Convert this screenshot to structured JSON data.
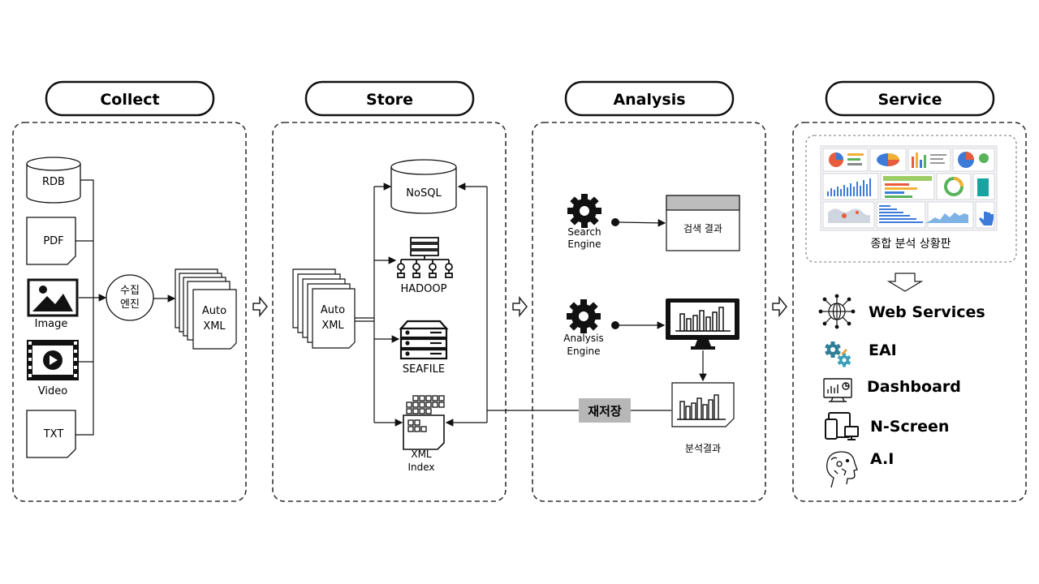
{
  "stages": {
    "collect": "Collect",
    "store": "Store",
    "analysis": "Analysis",
    "service": "Service"
  },
  "collect": {
    "sources": [
      "RDB",
      "PDF",
      "Image",
      "Video",
      "TXT"
    ],
    "engine": [
      "수집",
      "엔진"
    ],
    "output": [
      "Auto",
      "XML"
    ]
  },
  "store": {
    "input": [
      "Auto",
      "XML"
    ],
    "targets": [
      "NoSQL",
      "HADOOP",
      "SEAFILE",
      "XML",
      "Index"
    ]
  },
  "analysis": {
    "search_engine": [
      "Search",
      "Engine"
    ],
    "search_result": "검색 결과",
    "analysis_engine": [
      "Analysis",
      "Engine"
    ],
    "analysis_result": "분석결과",
    "restore": "재저장"
  },
  "service": {
    "dashboard_caption": "종합 분석 상황판",
    "items": [
      "Web Services",
      "EAI",
      "Dashboard",
      "N-Screen",
      "A.I"
    ]
  },
  "icons": [
    "database-icon",
    "document-icon",
    "image-icon",
    "video-icon",
    "gear-icon",
    "monitor-chart-icon",
    "server-icon",
    "grid-index-icon",
    "globe-icon",
    "dashboard-icon",
    "devices-icon",
    "ai-head-icon"
  ]
}
